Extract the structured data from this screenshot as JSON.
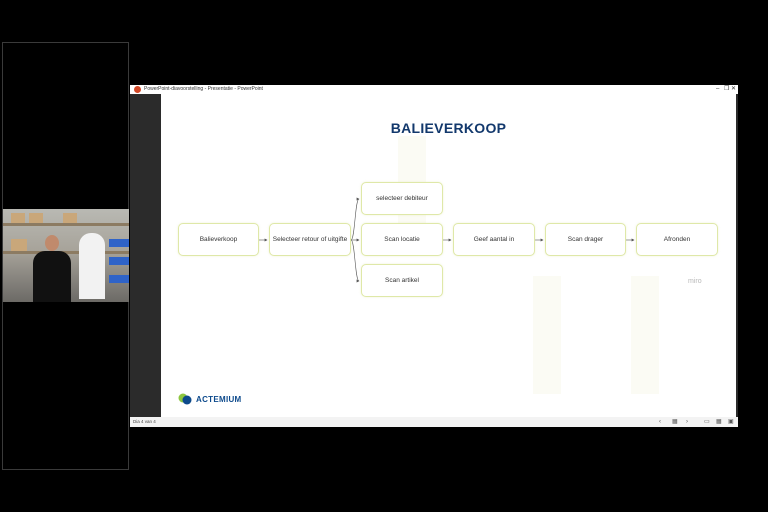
{
  "window": {
    "title": "PowerPoint-diavoorstelling - Presentatie - PowerPoint",
    "controls": {
      "minimize": "–",
      "restore": "❐",
      "close": "✕"
    }
  },
  "slide": {
    "title": "BALIEVERKOOP",
    "nodes": {
      "balieverkoop": "Balieverkoop",
      "selecteer_retour": "Selecteer retour of uitgifte",
      "selecteer_debiteur": "selecteer debiteur",
      "scan_locatie": "Scan locatie",
      "scan_artikel": "Scan artikel",
      "geef_aantal": "Geef aantal in",
      "scan_drager": "Scan drager",
      "afronden": "Afronden"
    },
    "watermark": "miro",
    "logo_text": "ACTEMIUM"
  },
  "statusbar": {
    "slide_counter": "Dia 4 van 4",
    "prev": "‹",
    "next": "›",
    "icons": [
      "slide-grid-icon",
      "normal-view-icon",
      "sorter-view-icon",
      "reading-view-icon",
      "slideshow-icon"
    ]
  },
  "colors": {
    "title": "#12386c",
    "node_border": "#dfe8a8",
    "logo_blue": "#0d4a8c",
    "logo_green": "#8dc63f"
  }
}
